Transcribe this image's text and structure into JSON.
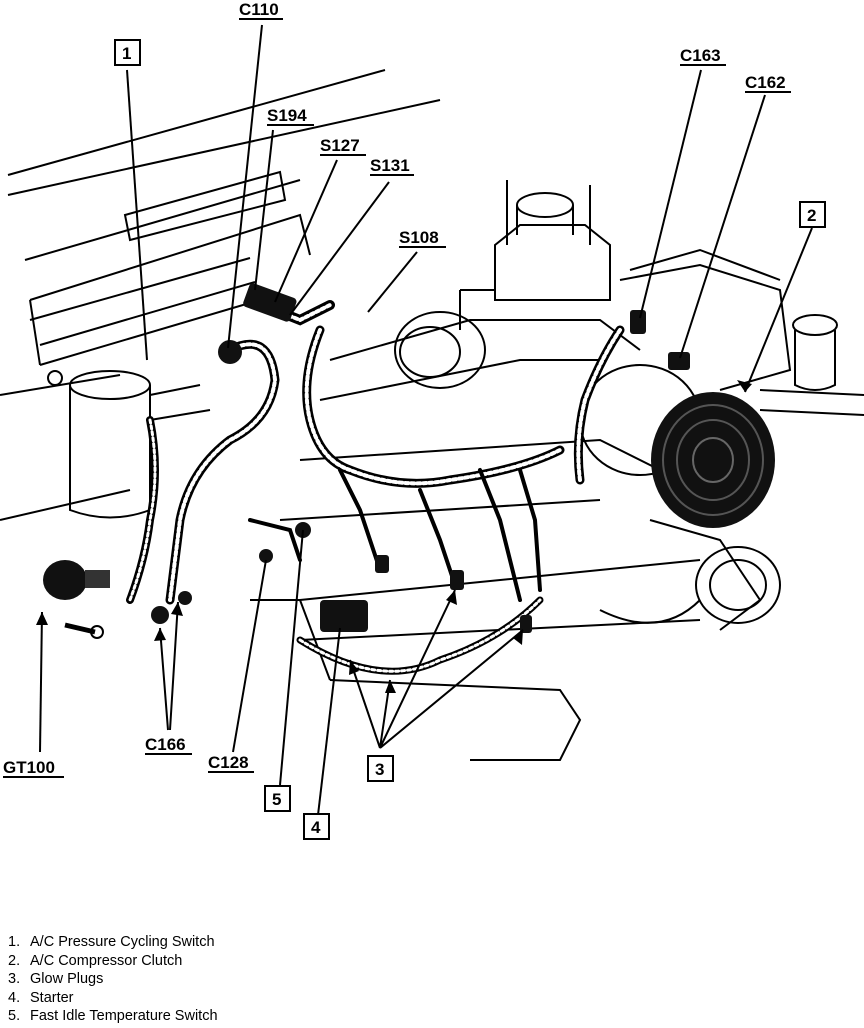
{
  "callouts": {
    "c110": "C110",
    "s194": "S194",
    "s127": "S127",
    "s131": "S131",
    "s108": "S108",
    "c163": "C163",
    "c162": "C162",
    "gt100": "GT100",
    "c166": "C166",
    "c128": "C128"
  },
  "numbers": {
    "n1": "1",
    "n2": "2",
    "n3": "3",
    "n4": "4",
    "n5": "5"
  },
  "legend": [
    {
      "num": "1.",
      "text": "A/C Pressure Cycling Switch"
    },
    {
      "num": "2.",
      "text": "A/C Compressor Clutch"
    },
    {
      "num": "3.",
      "text": "Glow Plugs"
    },
    {
      "num": "4.",
      "text": "Starter"
    },
    {
      "num": "5.",
      "text": "Fast Idle Temperature Switch"
    }
  ]
}
